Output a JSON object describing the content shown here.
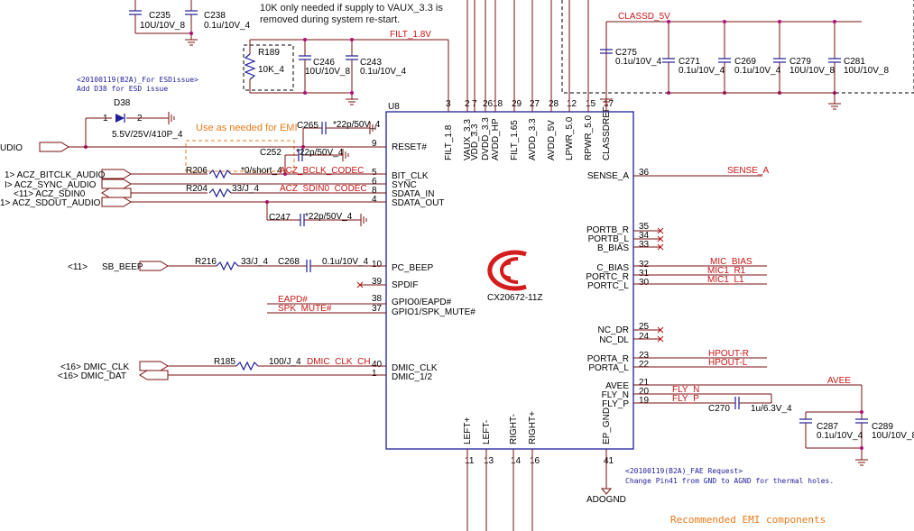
{
  "chip": {
    "ref": "U8",
    "part": "CX20672-11Z",
    "logo": "conexant-logo-icon",
    "left_pins": [
      {
        "num": "9",
        "name": "RESET#"
      },
      {
        "num": "5",
        "name": "BIT_CLK"
      },
      {
        "num": "6",
        "name": "SYNC"
      },
      {
        "num": "8",
        "name": "SDATA_IN"
      },
      {
        "num": "4",
        "name": "SDATA_OUT"
      },
      {
        "num": "10",
        "name": "PC_BEEP"
      },
      {
        "num": "39",
        "name": "SPDIF"
      },
      {
        "num": "38",
        "name": "GPIO0/EAPD#"
      },
      {
        "num": "37",
        "name": "GPIO1/SPK_MUTE#"
      },
      {
        "num": "40",
        "name": "DMIC_CLK"
      },
      {
        "num": "1",
        "name": "DMIC_1/2"
      }
    ],
    "right_pins": [
      {
        "num": "36",
        "name": "SENSE_A"
      },
      {
        "num": "35",
        "name": "PORTB_R"
      },
      {
        "num": "34",
        "name": "PORTB_L"
      },
      {
        "num": "33",
        "name": "B_BIAS"
      },
      {
        "num": "32",
        "name": "C_BIAS"
      },
      {
        "num": "31",
        "name": "PORTC_R"
      },
      {
        "num": "30",
        "name": "PORTC_L"
      },
      {
        "num": "25",
        "name": "NC_DR"
      },
      {
        "num": "24",
        "name": "NC_DL"
      },
      {
        "num": "23",
        "name": "PORTA_R"
      },
      {
        "num": "22",
        "name": "PORTA_L"
      },
      {
        "num": "21",
        "name": "AVEE"
      },
      {
        "num": "20",
        "name": "FLY_N"
      },
      {
        "num": "19",
        "name": "FLY_P"
      }
    ],
    "top_pins": [
      {
        "num": "3",
        "name": "FILT_1.8"
      },
      {
        "num": "2",
        "name": "VAUX_3.3"
      },
      {
        "num": "7",
        "name": "VDD_3.3"
      },
      {
        "num": "26",
        "name": "DVDD_3.3"
      },
      {
        "num": "18",
        "name": "AVDD_HP"
      },
      {
        "num": "29",
        "name": "FILT_1.65"
      },
      {
        "num": "27",
        "name": "AVDD_3.3"
      },
      {
        "num": "28",
        "name": "AVDD_5V"
      },
      {
        "num": "12",
        "name": "LPWR_5.0"
      },
      {
        "num": "15",
        "name": "RPWR_5.0"
      },
      {
        "num": "17",
        "name": "CLASSDREF"
      }
    ],
    "bottom_pins": [
      {
        "num": "11",
        "name": "LEFT+"
      },
      {
        "num": "13",
        "name": "LEFT-"
      },
      {
        "num": "14",
        "name": "RIGHT-"
      },
      {
        "num": "16",
        "name": "RIGHT+"
      },
      {
        "num": "41",
        "name": "EP_GND"
      }
    ]
  },
  "nets": {
    "filt": "FILT_1.8V",
    "classd": "CLASSD_5V",
    "sense_a": "SENSE_A",
    "mic_bias": "MIC_BIAS",
    "mic1_r": "MIC1_R1",
    "mic1_l": "MIC1_L1",
    "hpout_r": "HPOUT-R",
    "hpout_l": "HPOUT-L",
    "avee": "AVEE",
    "fly_n": "FLY_N",
    "fly_p": "FLY_P",
    "bclk": "ACZ_BCLK_CODEC",
    "sdin": "ACZ_SDIN0_CODEC",
    "eapd": "EAPD#",
    "spk_mute": "SPK_MUTE#",
    "dmic_clk_ch": "DMIC_CLK_CH",
    "adognd": "ADOGND"
  },
  "ports": {
    "audio": "UDIO",
    "bitclk": "1>  ACZ_BITCLK_AUDIO",
    "sync": "I>  ACZ_SYNC_AUDIO",
    "sdin0": "<11>  ACZ_SDIN0",
    "sdout": "1>  ACZ_SDOUT_AUDIO",
    "sb_beep_ref": "<11>",
    "sb_beep": "SB_BEEP",
    "dmic_clk": "<16>  DMIC_CLK",
    "dmic_dat": "<16>  DMIC_DAT"
  },
  "components": {
    "c235": {
      "ref": "C235",
      "val": "10U/10V_8"
    },
    "c238": {
      "ref": "C238",
      "val": "0.1u/10V_4"
    },
    "r189": {
      "ref": "R189",
      "val": "10K_4"
    },
    "c246": {
      "ref": "C246",
      "val": "10U/10V_8"
    },
    "c243": {
      "ref": "C243",
      "val": "0.1u/10V_4"
    },
    "d38": {
      "ref": "D38",
      "val": "5.5V/25V/410P_4",
      "pin1": "1",
      "pin2": "2"
    },
    "c265": {
      "ref": "C265",
      "val": "*22p/50V_4"
    },
    "c252": {
      "ref": "C252",
      "val": "*22p/50V_4"
    },
    "r206": {
      "ref": "R206",
      "val": "*0/short_4"
    },
    "r204": {
      "ref": "R204",
      "val": "33/J_4"
    },
    "c247": {
      "ref": "C247",
      "val": "*22p/50V_4"
    },
    "r216": {
      "ref": "R216",
      "val": "33/J_4"
    },
    "c268": {
      "ref": "C268",
      "val": "0.1u/10V_4"
    },
    "r185": {
      "ref": "R185",
      "val": "100/J_4"
    },
    "c275": {
      "ref": "C275",
      "val": "0.1u/10V_4"
    },
    "c271": {
      "ref": "C271",
      "val": "0.1u/10V_4"
    },
    "c269": {
      "ref": "C269",
      "val": "0.1u/10V_4"
    },
    "c279": {
      "ref": "C279",
      "val": "10U/10V_8"
    },
    "c281": {
      "ref": "C281",
      "val": "10U/10V_8"
    },
    "c270": {
      "ref": "C270",
      "val": "1u/6.3V_4"
    },
    "c287": {
      "ref": "C287",
      "val": "0.1u/10V_4"
    },
    "c289": {
      "ref": "C289",
      "val": "10U/10V_8"
    }
  },
  "notes": {
    "vaux_line1": "10K only needed if supply to VAUX_3.3 is",
    "vaux_line2": "removed during system re-start.",
    "esd_line1": "<20100119(B2A)_For ESDissue>",
    "esd_line2": "Add D38 for ESD issue",
    "emi_use": "Use as needed for EMI",
    "fae_line1": "<20100119(B2A)_FAE Request>",
    "fae_line2": "Change Pin41 from GND to AGND for thermal holes.",
    "recommended": "Recommended EMI components"
  },
  "colors": {
    "wire": "#7a0f0f",
    "component": "#1e1e9a",
    "net_label": "#c81414",
    "annotation": "#e87a1a",
    "junction": "#b0107a"
  }
}
